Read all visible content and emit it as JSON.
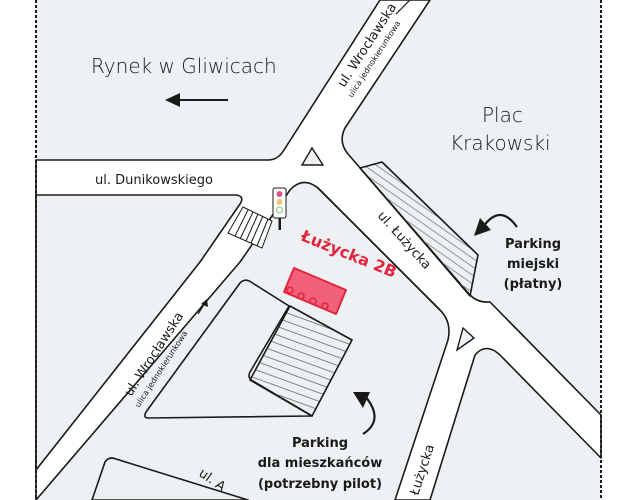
{
  "map": {
    "background_color": "#eef1f3",
    "road_color": "#ffffff",
    "road_outline_color": "#1a1a1a",
    "accent_color": "#e0263f",
    "building_fill": "#f2607a"
  },
  "places": {
    "rynek": "Rynek w Gliwicach",
    "plac_line1": "Plac",
    "plac_line2": "Krakowski"
  },
  "streets": {
    "dunikowskiego": "ul. Dunikowskiego",
    "wroclawska_top": "ul. Wrocławska",
    "wroclawska_top_sub": "ulica jednokierunkowa",
    "wroclawska_bottom": "ul. Wrocławska",
    "wroclawska_bottom_sub": "ulica jednokierunkowa",
    "luzycka": "ul. Łużycka",
    "lutycka": "Łużycka",
    "bottom_partial": "ul. A"
  },
  "destination": {
    "label": "Łużycka 2B"
  },
  "parkings": {
    "city": {
      "line1": "Parking",
      "line2": "miejski",
      "line3": "(płatny)"
    },
    "residents": {
      "line1": "Parking",
      "line2": "dla mieszkańców",
      "line3": "(potrzebny pilot)"
    }
  },
  "icons": {
    "direction_arrow": "arrow-left",
    "traffic_light": "traffic-light",
    "yield_signs": [
      "yield-triangle",
      "yield-triangle"
    ],
    "curved_arrows": [
      "curved-arrow",
      "curved-arrow"
    ]
  }
}
